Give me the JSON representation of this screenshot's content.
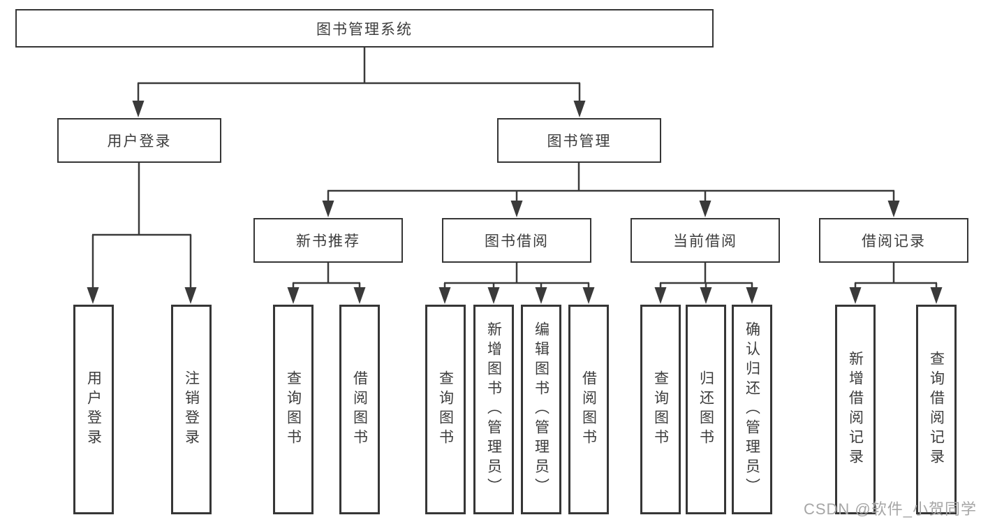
{
  "colors": {
    "line": "#3a3a3a",
    "box_border": "#363636",
    "text": "#3c3c3c",
    "watermark": "#a6a6a6",
    "background": "#ffffff"
  },
  "tree": {
    "root": {
      "label": "图书管理系统"
    },
    "branches": [
      {
        "label": "用户登录",
        "leaves": [
          {
            "label": "用户登录"
          },
          {
            "label": "注销登录"
          }
        ]
      },
      {
        "label": "图书管理",
        "sections": [
          {
            "label": "新书推荐",
            "leaves": [
              {
                "label": "查询图书"
              },
              {
                "label": "借阅图书"
              }
            ]
          },
          {
            "label": "图书借阅",
            "leaves": [
              {
                "label": "查询图书"
              },
              {
                "label": "新增图书（管理员）"
              },
              {
                "label": "编辑图书（管理员）"
              },
              {
                "label": "借阅图书"
              }
            ]
          },
          {
            "label": "当前借阅",
            "leaves": [
              {
                "label": "查询图书"
              },
              {
                "label": "归还图书"
              },
              {
                "label": "确认归还（管理员）"
              }
            ]
          },
          {
            "label": "借阅记录",
            "leaves": [
              {
                "label": "新增借阅记录"
              },
              {
                "label": "查询借阅记录"
              }
            ]
          }
        ]
      }
    ]
  },
  "watermark": {
    "text": "CSDN @软件_小贺同学"
  }
}
